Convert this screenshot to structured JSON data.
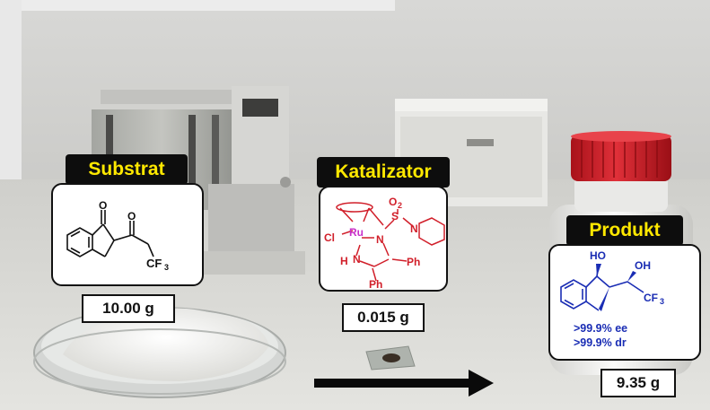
{
  "cards": {
    "substrate": {
      "title": "Substrat",
      "mass": "10.00 g",
      "atoms": {
        "o_ketone": "O",
        "o_acyl": "O",
        "cf3_main": "CF",
        "cf3_sub": "3"
      }
    },
    "catalyst": {
      "title": "Katalizator",
      "mass": "0.015 g",
      "atoms": {
        "o2_main": "O",
        "o2_sub": "2",
        "s": "S",
        "n_sulfonyl": "N",
        "ru": "Ru",
        "n_ring": "N",
        "cl": "Cl",
        "h": "H",
        "n_amine": "N",
        "ph_right": "Ph",
        "ph_bottom": "Ph"
      }
    },
    "product": {
      "title": "Produkt",
      "mass": "9.35 g",
      "atoms": {
        "ho": "HO",
        "oh": "OH",
        "cf3_main": "CF",
        "cf3_sub": "3"
      },
      "ee": ">99.9% ee",
      "dr": ">99.9% dr"
    }
  },
  "colors": {
    "tag_background": "#0d0d0d",
    "tag_text": "#ffe800",
    "catalyst_structure": "#d11f2a",
    "ruthenium": "#c930c9",
    "product_stats": "#1a2db4"
  },
  "scene_objects": [
    "analytical-balance",
    "petri-dish-with-white-powder",
    "weighing-paper-with-dark-catalyst",
    "bottle-with-red-cap",
    "reaction-arrow"
  ]
}
